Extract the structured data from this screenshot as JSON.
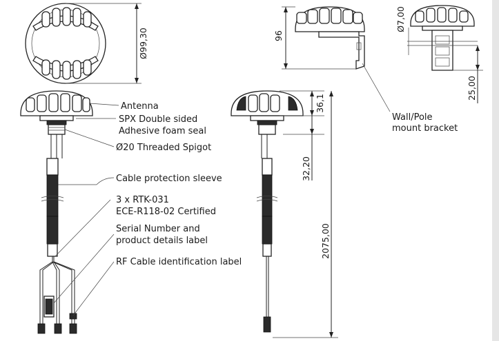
{
  "dimensions": {
    "diameter": "Ø99,30",
    "height_bracket": "96",
    "hole": "Ø7,00",
    "bracket_depth": "25,00",
    "dome_height": "36,1",
    "spigot_length": "32,20",
    "cable_length": "2075,00"
  },
  "labels": {
    "antenna": "Antenna",
    "seal_line1": "SPX Double sided",
    "seal_line2": "Adhesive foam seal",
    "spigot": "Ø20 Threaded Spigot",
    "sleeve": "Cable protection sleeve",
    "cables_line1": "3 x RTK-031",
    "cables_line2": "ECE-R118-02 Certified",
    "serial_line1": "Serial Number and",
    "serial_line2": "product details label",
    "rf_label": "RF Cable identification label",
    "bracket_line1": "Wall/Pole",
    "bracket_line2": "mount bracket"
  }
}
